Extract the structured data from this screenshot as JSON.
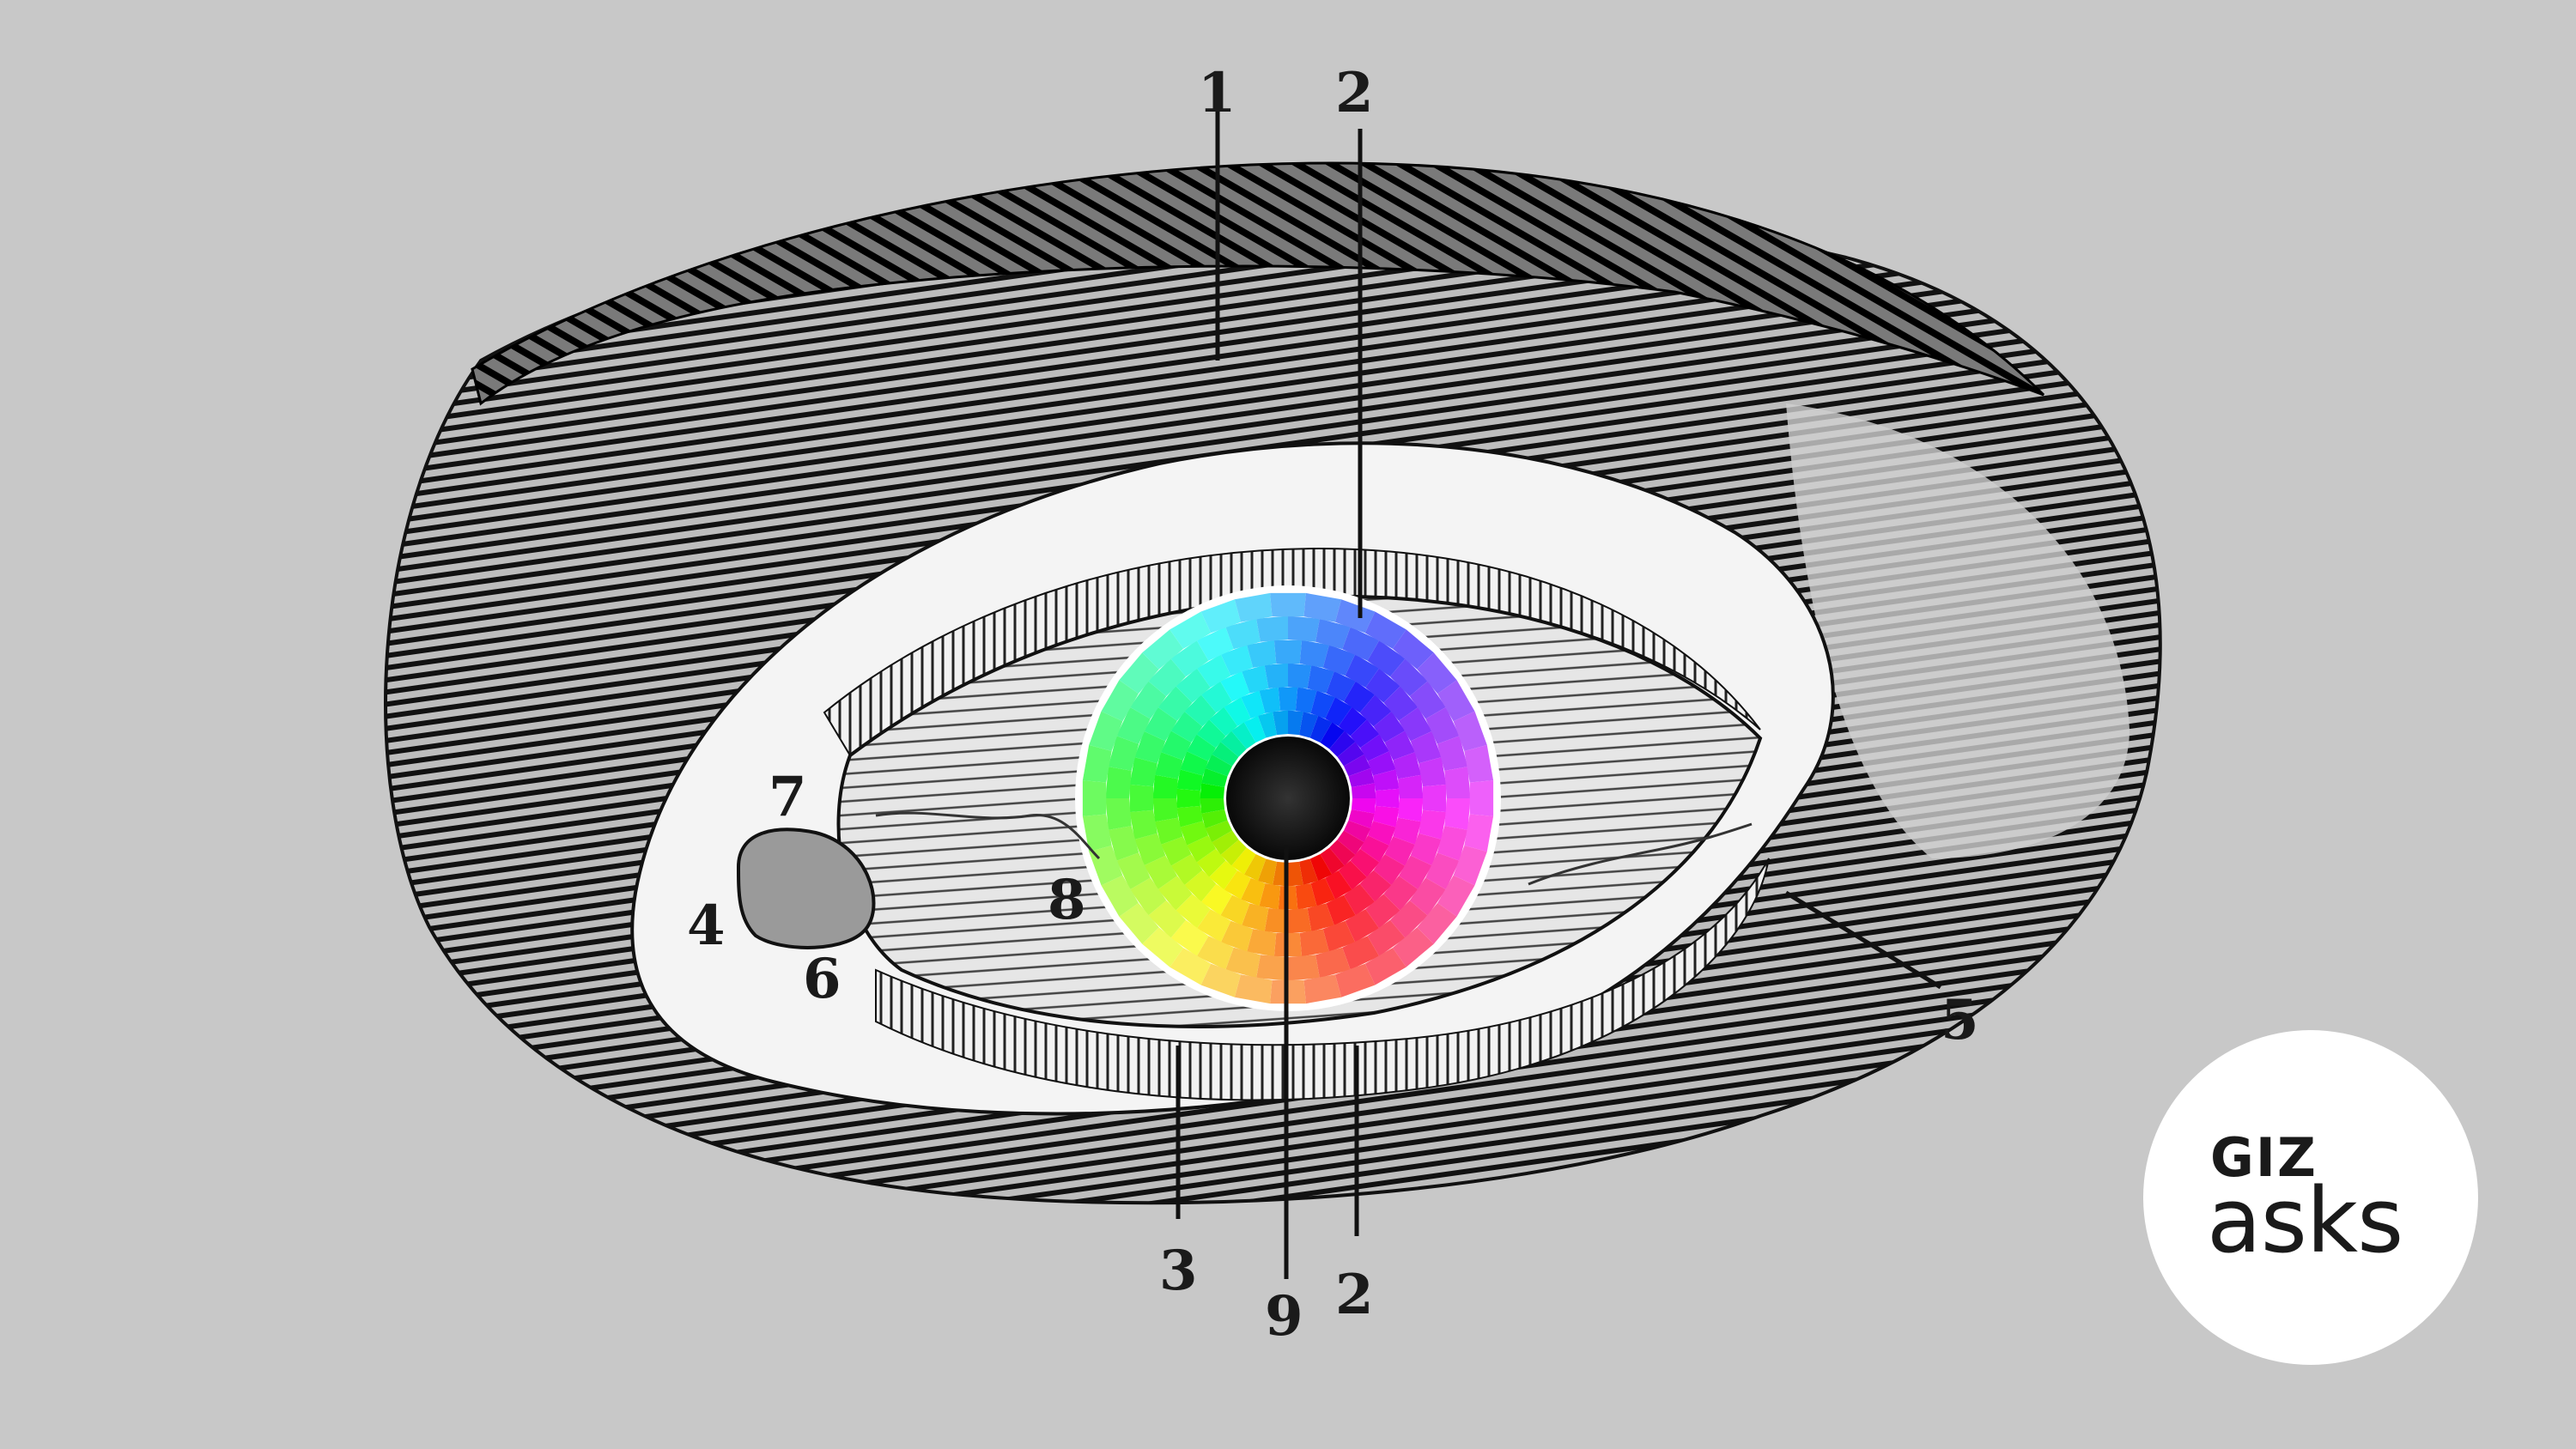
{
  "labels": {
    "l1": "1",
    "l2_top": "2",
    "l2_bottom": "2",
    "l3": "3",
    "l4": "4",
    "l5": "5",
    "l6": "6",
    "l7": "7",
    "l8": "8",
    "l9": "9"
  },
  "badge": {
    "top": "GIZ",
    "bottom": "asks"
  },
  "colors": {
    "background": "#c8c8c8",
    "ink": "#1a1a1a",
    "badge_bg": "#ffffff"
  }
}
